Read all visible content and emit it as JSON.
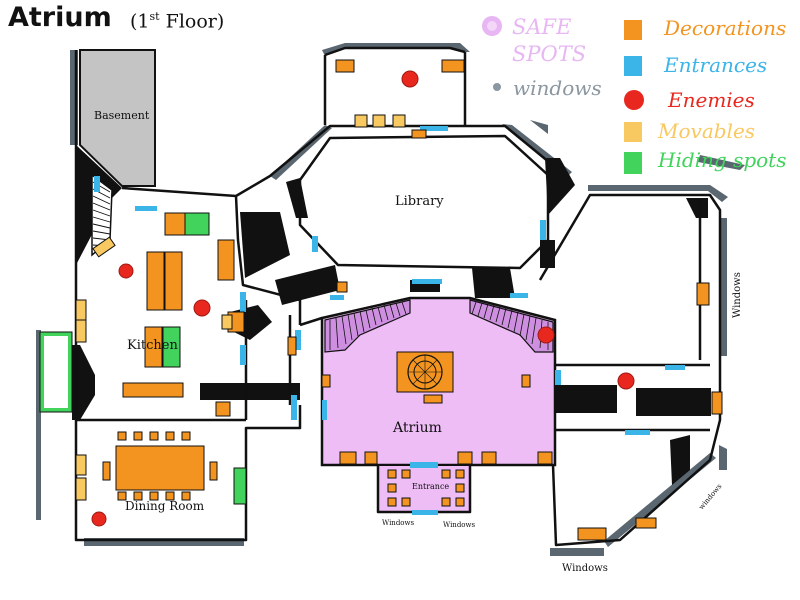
{
  "header": {
    "title": "Atrium",
    "subtitle_prefix": "(1",
    "subtitle_sup": "st",
    "subtitle_suffix": " Floor)"
  },
  "legend": {
    "safe_spots": {
      "label": "SAFE SPOTS",
      "color": "#e7b6f3"
    },
    "windows": {
      "label": "windows",
      "color": "#8a96a0"
    },
    "decorations": {
      "label": "Decorations",
      "color": "#f2941f"
    },
    "entrances": {
      "label": "Entrances",
      "color": "#3bb4e8"
    },
    "enemies": {
      "label": "Enemies",
      "color": "#e8281f"
    },
    "movables": {
      "label": "Movables",
      "color": "#f8c861"
    },
    "hiding_spots": {
      "label": "Hiding spots",
      "color": "#41d35c"
    }
  },
  "rooms": {
    "basement": "Basement",
    "library": "Library",
    "kitchen": "Kitchen",
    "dining_room": "Dining Room",
    "atrium": "Atrium",
    "entrance": "Entrance"
  },
  "window_labels": {
    "east_side": "Windows",
    "southeast": "windows",
    "south_bottom": "Windows",
    "entrance_left": "Windows",
    "entrance_right": "Windows"
  },
  "colors": {
    "wall": "#111111",
    "window_frame": "#5a6670",
    "basement_fill": "#c4c4c4",
    "atrium_fill": "#eebdf5",
    "atrium_stairs": "#cf8fe0"
  }
}
